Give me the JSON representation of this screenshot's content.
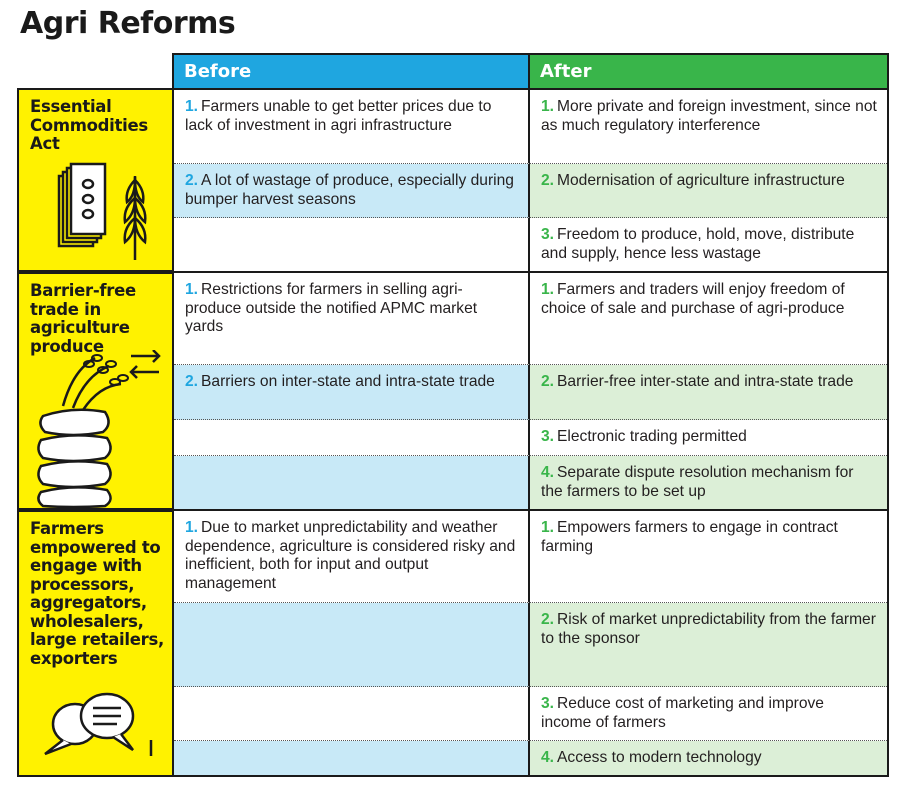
{
  "title": "Agri Reforms",
  "columns": {
    "before": "Before",
    "after": "After"
  },
  "colors": {
    "before": "#1fa6e0",
    "after": "#39b54a",
    "side": "#fff200",
    "before_tint": "#c8e9f7",
    "after_tint": "#dcefd7"
  },
  "sections": [
    {
      "label": "Essential Commodities Act",
      "icon": "money-and-wheat-icon",
      "before": [
        {
          "num": "1.",
          "text": "Farmers unable to get better prices due to lack of investment in agri infrastructure"
        },
        {
          "num": "2.",
          "text": "A lot of wastage of produce, especially during bumper harvest seasons"
        }
      ],
      "after": [
        {
          "num": "1.",
          "text": "More private and foreign investment, since not as much regulatory interference"
        },
        {
          "num": "2.",
          "text": "Modernisation of agriculture infrastructure"
        },
        {
          "num": "3.",
          "text": "Freedom to produce, hold, move, distribute and supply, hence less wastage"
        }
      ]
    },
    {
      "label": "Barrier-free trade in agriculture produce",
      "icon": "grain-sacks-exchange-icon",
      "before": [
        {
          "num": "1.",
          "text": "Restrictions for farmers in selling agri-produce outside the notified APMC market yards"
        },
        {
          "num": "2.",
          "text": "Barriers on inter-state and intra-state trade"
        }
      ],
      "after": [
        {
          "num": "1.",
          "text": "Farmers and traders will enjoy freedom of choice of sale and purchase of agri-produce"
        },
        {
          "num": "2.",
          "text": "Barrier-free inter-state and intra-state trade"
        },
        {
          "num": "3.",
          "text": "Electronic trading permitted"
        },
        {
          "num": "4.",
          "text": "Separate dispute resolution mechanism for the farmers to be set up"
        }
      ]
    },
    {
      "label": "Farmers empowered to engage with processors, aggregators, wholesalers, large retailers, exporters",
      "icon": "speech-bubbles-icon",
      "before": [
        {
          "num": "1.",
          "text": "Due to market unpredictability and weather dependence, agriculture is considered risky and inefficient, both for input and output management"
        }
      ],
      "after": [
        {
          "num": "1.",
          "text": "Empowers farmers to engage in contract farming"
        },
        {
          "num": "2.",
          "text": "Risk of market unpredictability from the farmer to the sponsor"
        },
        {
          "num": "3.",
          "text": "Reduce cost of marketing and improve income of farmers"
        },
        {
          "num": "4.",
          "text": "Access to modern technology"
        }
      ]
    }
  ]
}
